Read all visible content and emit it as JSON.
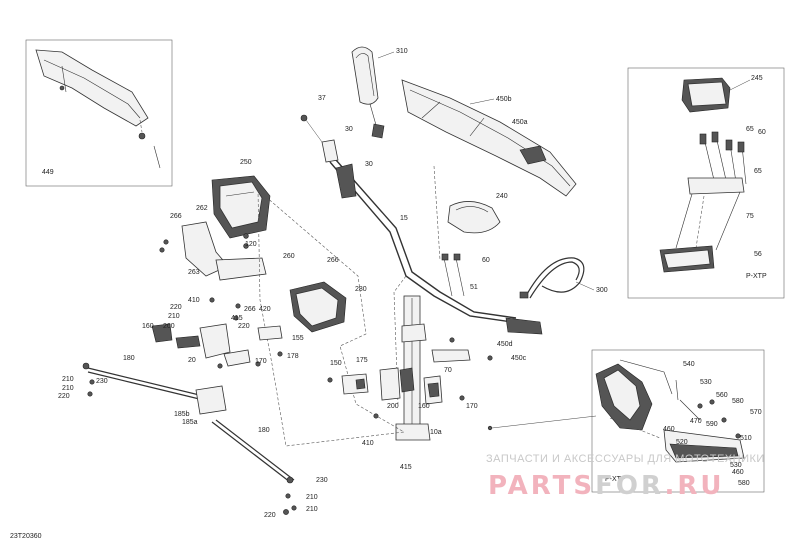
{
  "diagram": {
    "drawing_code": "23T2036",
    "drawing_code_suffix": "0",
    "inset_labels": {
      "top_left": "449",
      "top_right": "P-XTP",
      "bottom_right": "P-XTP"
    },
    "watermark": {
      "subtitle": "ЗАПЧАСТИ И АКСЕССУАРЫ ДЛЯ МОТОТЕХНИКИ",
      "brand_a": "PARTS",
      "brand_b": "FOR",
      "brand_c": ".RU",
      "color_a": "#f2b3bd",
      "color_b": "#d0d0d0",
      "color_c": "#f2b3bd"
    },
    "callouts": [
      "310",
      "37",
      "30",
      "30",
      "450b",
      "450a",
      "15",
      "250",
      "266",
      "262",
      "240",
      "60",
      "51",
      "120",
      "260",
      "266",
      "263",
      "300",
      "410",
      "280",
      "220",
      "210",
      "415",
      "220",
      "200",
      "160",
      "266",
      "420",
      "20",
      "155",
      "170",
      "178",
      "450d",
      "450c",
      "175",
      "150",
      "180",
      "70",
      "210",
      "230",
      "210",
      "220",
      "185b",
      "185a",
      "200",
      "160",
      "170",
      "410",
      "10a",
      "180",
      "415",
      "230",
      "210",
      "220",
      "210",
      "245",
      "65",
      "60",
      "65",
      "75",
      "56",
      "540",
      "530",
      "560",
      "580",
      "570",
      "470",
      "590",
      "460",
      "510",
      "520",
      "530",
      "460",
      "580"
    ]
  }
}
